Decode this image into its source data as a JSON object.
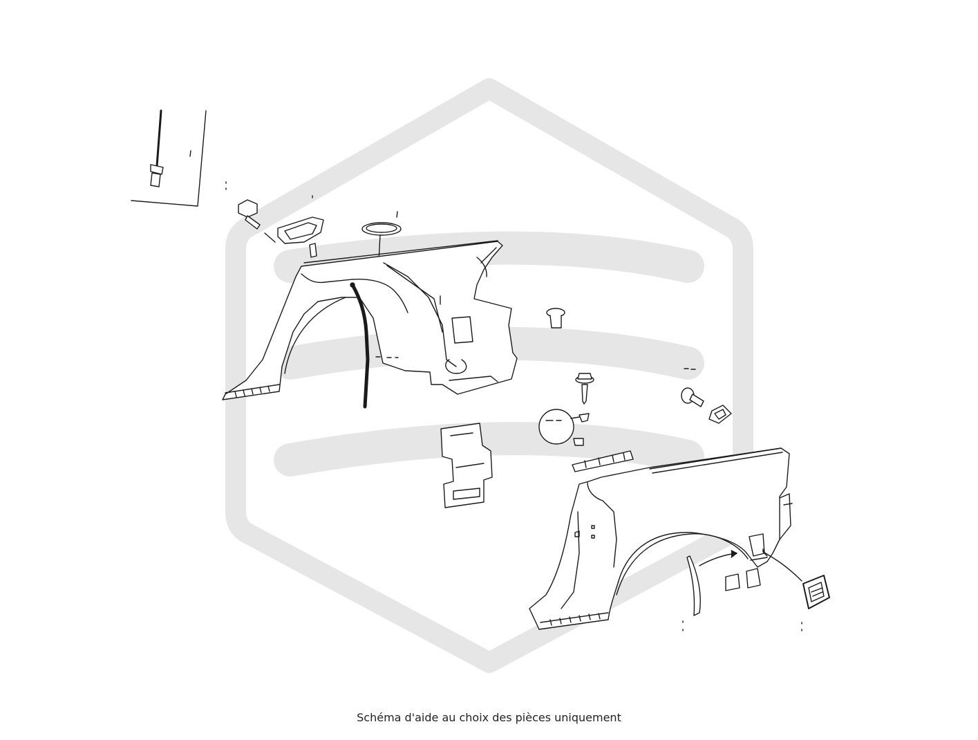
{
  "caption": "Schéma d'aide au choix des pièces uniquement",
  "colors": {
    "background": "#ffffff",
    "watermark": "#e6e6e6",
    "line": "#1a1a1a",
    "caption_text": "#222222"
  },
  "parts": [
    {
      "name": "rivet-part"
    },
    {
      "name": "flange-bolt-part"
    },
    {
      "name": "lamp-bracket-part"
    },
    {
      "name": "oval-grommet-part"
    },
    {
      "name": "inner-quarter-panel-part"
    },
    {
      "name": "drain-hose-part"
    },
    {
      "name": "clip-nut-part"
    },
    {
      "name": "washer-screw-part"
    },
    {
      "name": "hinge-plate-part"
    },
    {
      "name": "fuel-flap-part"
    },
    {
      "name": "trim-strip-part"
    },
    {
      "name": "bolt-part"
    },
    {
      "name": "clip-part"
    },
    {
      "name": "outer-quarter-panel-part"
    },
    {
      "name": "vent-grille-part"
    }
  ]
}
